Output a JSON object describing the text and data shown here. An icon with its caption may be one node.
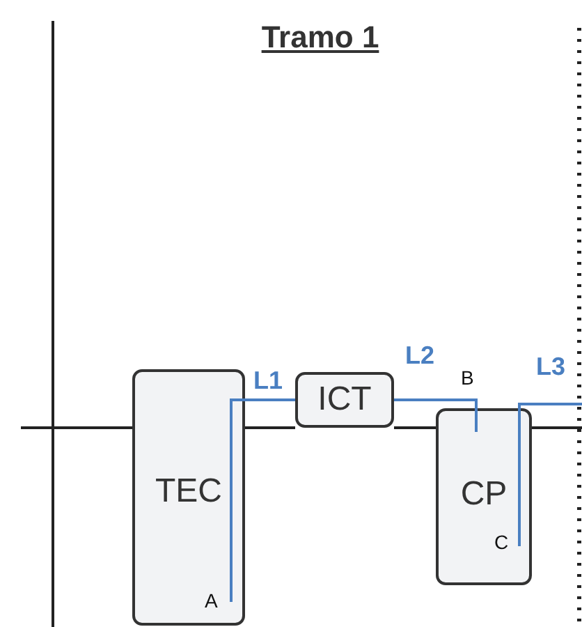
{
  "diagram": {
    "title": "Tramo 1",
    "nodes": [
      {
        "text": [
          "TEC",
          "A"
        ]
      },
      {
        "text": [
          "ICT"
        ]
      },
      {
        "text": [
          "CP",
          "C"
        ]
      }
    ],
    "edges": [
      {
        "from": null,
        "to": 0,
        "arrow": "none"
      },
      {
        "from": 0,
        "to": 1,
        "arrow": "none"
      },
      {
        "from": 1,
        "to": 2,
        "arrow": "none"
      },
      {
        "from": 2,
        "to": null,
        "arrow": "none"
      },
      {
        "from": 0,
        "to": 1,
        "arrow": "none",
        "label": "L1",
        "color": "#4a7fc1"
      },
      {
        "from": 1,
        "to": 2,
        "arrow": "none",
        "label": "L2",
        "color": "#4a7fc1"
      },
      {
        "from": 2,
        "to": null,
        "arrow": "none",
        "label": "L3",
        "color": "#4a7fc1"
      }
    ],
    "labels": [
      "B"
    ]
  }
}
